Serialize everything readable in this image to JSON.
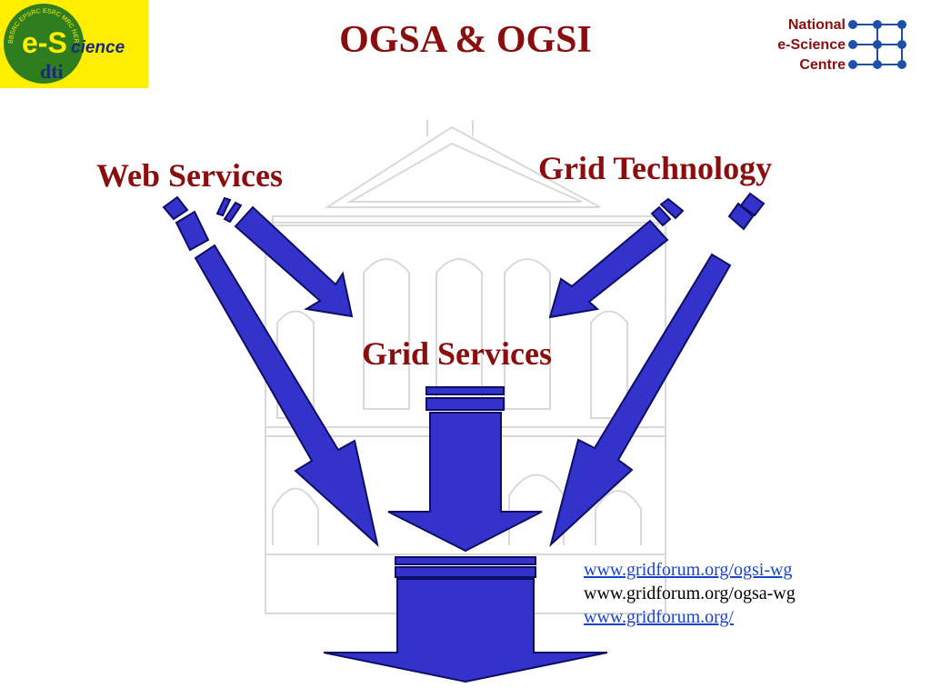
{
  "slide": {
    "title": "OGSA & OGSI"
  },
  "labels": {
    "web_services": "Web Services",
    "grid_technology": "Grid Technology",
    "grid_services": "Grid Services"
  },
  "links": [
    {
      "text": "www.gridforum.org/ogsi-wg",
      "style": "link"
    },
    {
      "text": "www.gridforum.org/ogsa-wg",
      "style": "plain"
    },
    {
      "text": "www.gridforum.org/",
      "style": "link"
    }
  ],
  "logos": {
    "left": {
      "main": "e-S",
      "suffix": "cience",
      "sub": "dti",
      "ring_text": "BBSRC EPSRC ESRC MRC NERC PPARC CCLRC"
    },
    "right": {
      "lines": [
        "National",
        "e-Science",
        "Centre"
      ]
    }
  },
  "colors": {
    "title": "#8b0e0e",
    "arrow_fill": "#3333cc",
    "arrow_stroke": "#0d0d66",
    "logo_left_bg": "#ffee00",
    "logo_left_circle": "#2e7d1e",
    "link": "#1a44c8",
    "logo_right_text": "#8b0e0e",
    "logo_right_node": "#1f4fa8"
  }
}
